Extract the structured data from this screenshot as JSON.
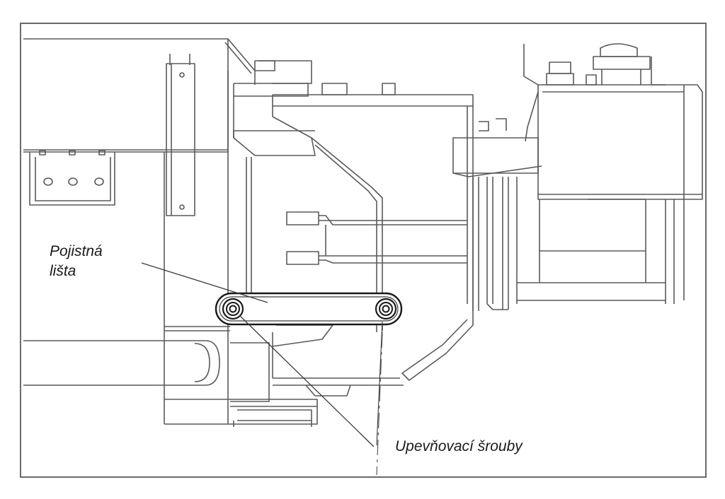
{
  "labels": {
    "locking_bar_line1": "Pojistná",
    "locking_bar_line2": "lišta",
    "fixing_screws": "Upevňovací šrouby"
  },
  "colors": {
    "line": "#5a5a5a",
    "bold_line": "#1a1a1a",
    "background": "#ffffff"
  }
}
